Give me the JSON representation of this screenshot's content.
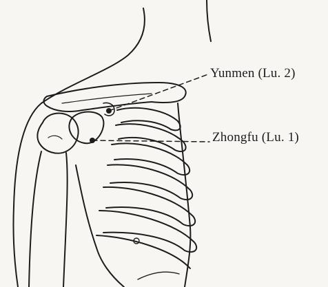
{
  "figure": {
    "points": [
      {
        "name": "Yunmen",
        "label": "Yunmen (Lu. 2)"
      },
      {
        "name": "Zhongfu",
        "label": "Zhongfu (Lu. 1)"
      }
    ],
    "colors": {
      "ink": "#1c1c1c",
      "paper": "#f7f6f3"
    }
  }
}
